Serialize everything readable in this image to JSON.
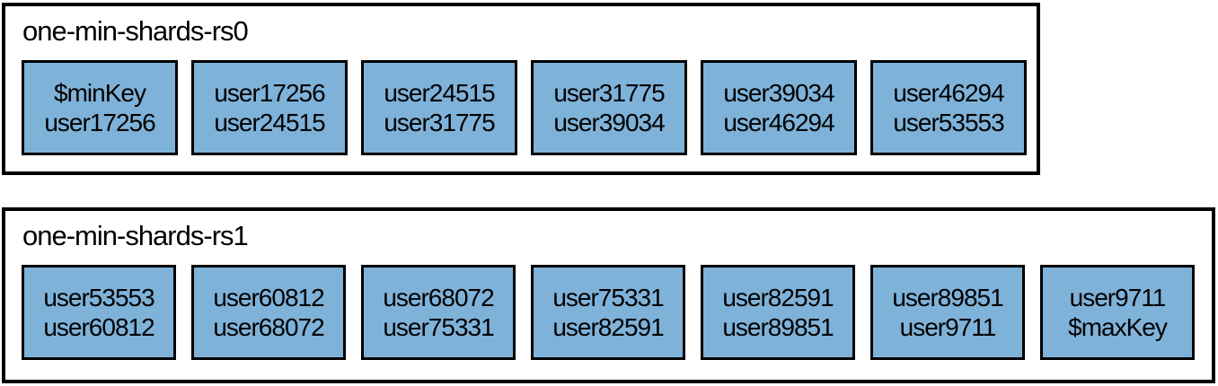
{
  "colors": {
    "chunk_fill": "#7FB2D9",
    "box_border": "#000000",
    "text_color": "#000000"
  },
  "shards": [
    {
      "name": "one-min-shards-rs0",
      "chunks": [
        {
          "from": "$minKey",
          "to": "user17256"
        },
        {
          "from": "user17256",
          "to": "user24515"
        },
        {
          "from": "user24515",
          "to": "user31775"
        },
        {
          "from": "user31775",
          "to": "user39034"
        },
        {
          "from": "user39034",
          "to": "user46294"
        },
        {
          "from": "user46294",
          "to": "user53553"
        }
      ]
    },
    {
      "name": "one-min-shards-rs1",
      "chunks": [
        {
          "from": "user53553",
          "to": "user60812"
        },
        {
          "from": "user60812",
          "to": "user68072"
        },
        {
          "from": "user68072",
          "to": "user75331"
        },
        {
          "from": "user75331",
          "to": "user82591"
        },
        {
          "from": "user82591",
          "to": "user89851"
        },
        {
          "from": "user89851",
          "to": "user9711"
        },
        {
          "from": "user9711",
          "to": "$maxKey"
        }
      ]
    }
  ]
}
